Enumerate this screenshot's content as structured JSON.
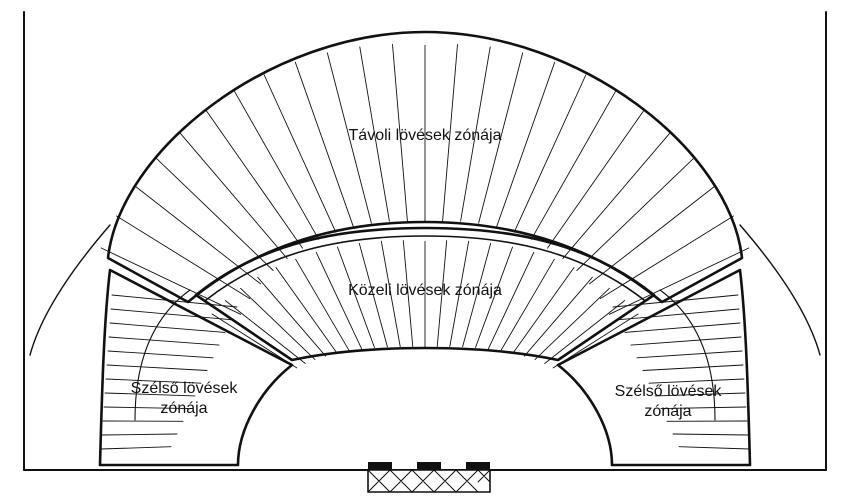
{
  "diagram": {
    "zones": {
      "far": {
        "label": "Távoli lövések zónája"
      },
      "near": {
        "label": "Közeli lövések zónája"
      },
      "wing_left": {
        "line1": "Szélső lövések",
        "line2": "zónája"
      },
      "wing_right": {
        "line1": "Szélső lövések",
        "line2": "zónája"
      }
    },
    "icons": [
      "goal-net-icon"
    ],
    "colors": {
      "ink": "#111111",
      "background": "#ffffff"
    }
  }
}
